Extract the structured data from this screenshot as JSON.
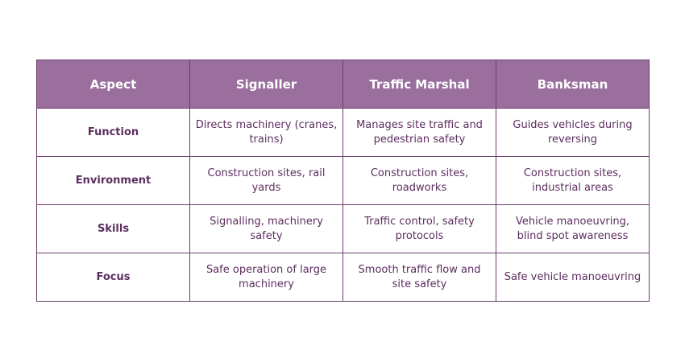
{
  "colors": {
    "header_bg": "#9a6e9d",
    "header_text": "#ffffff",
    "border": "#6b3d6e",
    "body_text": "#5c2e5f"
  },
  "table": {
    "headers": [
      "Aspect",
      "Signaller",
      "Traffic Marshal",
      "Banksman"
    ],
    "rows": [
      {
        "aspect": "Function",
        "signaller": "Directs machinery (cranes, trains)",
        "traffic_marshal": "Manages site traffic and pedestrian safety",
        "banksman": "Guides vehicles during reversing"
      },
      {
        "aspect": "Environment",
        "signaller": "Construction sites, rail yards",
        "traffic_marshal": "Construction sites, roadworks",
        "banksman": "Construction sites, industrial areas"
      },
      {
        "aspect": "Skills",
        "signaller": "Signalling, machinery safety",
        "traffic_marshal": "Traffic control, safety protocols",
        "banksman": "Vehicle manoeuvring, blind spot awareness"
      },
      {
        "aspect": "Focus",
        "signaller": "Safe operation of large machinery",
        "traffic_marshal": "Smooth traffic flow and site safety",
        "banksman": "Safe vehicle manoeuvring"
      }
    ]
  }
}
